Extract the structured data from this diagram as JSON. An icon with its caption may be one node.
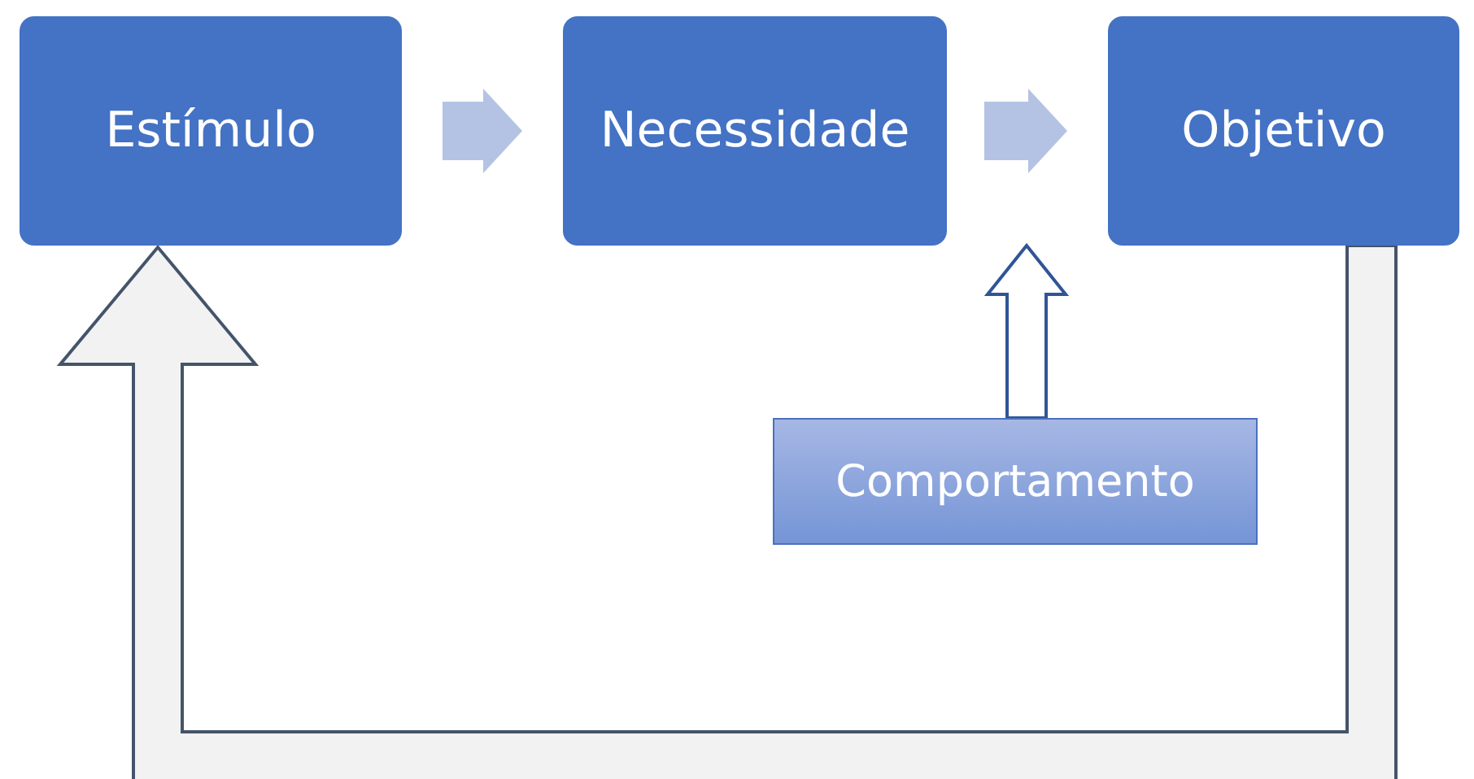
{
  "diagram": {
    "nodes": [
      {
        "text": [
          "Estímulo"
        ]
      },
      {
        "text": [
          "Necessidade"
        ]
      },
      {
        "text": [
          "Objetivo"
        ]
      },
      {
        "text": [
          "Comportamento"
        ]
      }
    ],
    "edges": [
      {
        "from": 0,
        "to": 1,
        "arrow": "to"
      },
      {
        "from": 1,
        "to": 2,
        "arrow": "to"
      },
      {
        "from": 3,
        "to": null,
        "arrow": "to",
        "color": "#2f5597"
      },
      {
        "from": 2,
        "to": 0,
        "arrow": "to",
        "color": "#44546a"
      }
    ]
  }
}
